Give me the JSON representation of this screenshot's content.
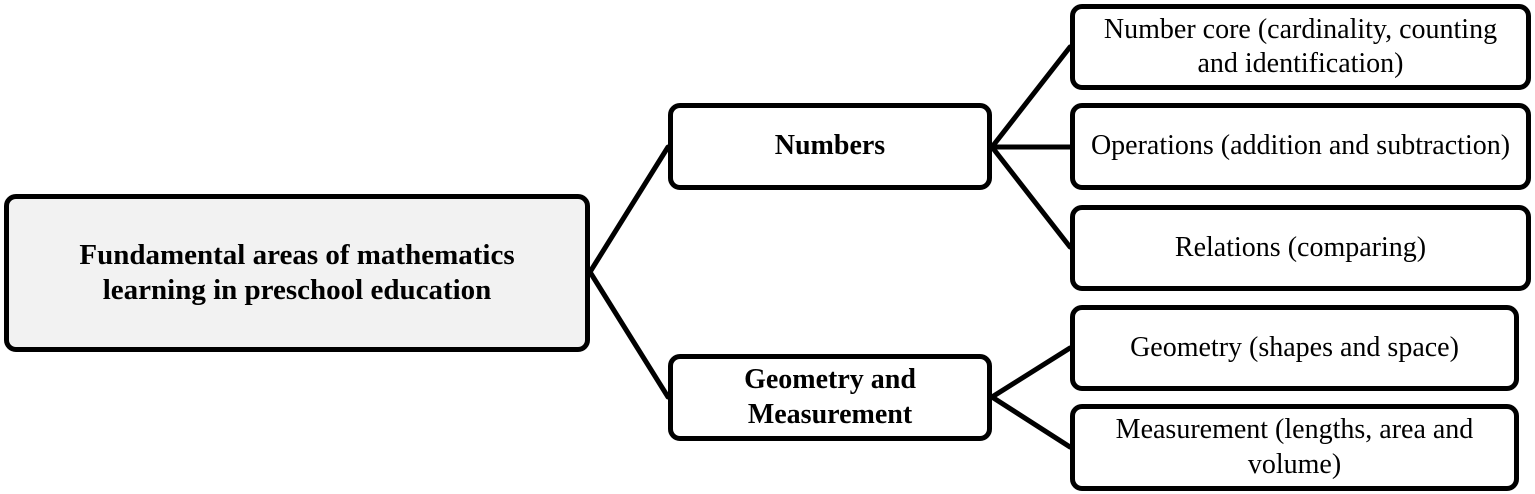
{
  "diagram": {
    "root": {
      "label": "Fundamental areas of mathematics learning in preschool education"
    },
    "branches": [
      {
        "label": "Numbers",
        "children": [
          "Number core (cardinality, counting and identification)",
          "Operations (addition and subtraction)",
          "Relations (comparing)"
        ]
      },
      {
        "label": "Geometry and Measurement",
        "children": [
          "Geometry (shapes and space)",
          "Measurement (lengths, area and volume)"
        ]
      }
    ],
    "colors": {
      "root_fill": "#f2f2f2",
      "node_fill": "#ffffff",
      "stroke": "#000000"
    }
  }
}
